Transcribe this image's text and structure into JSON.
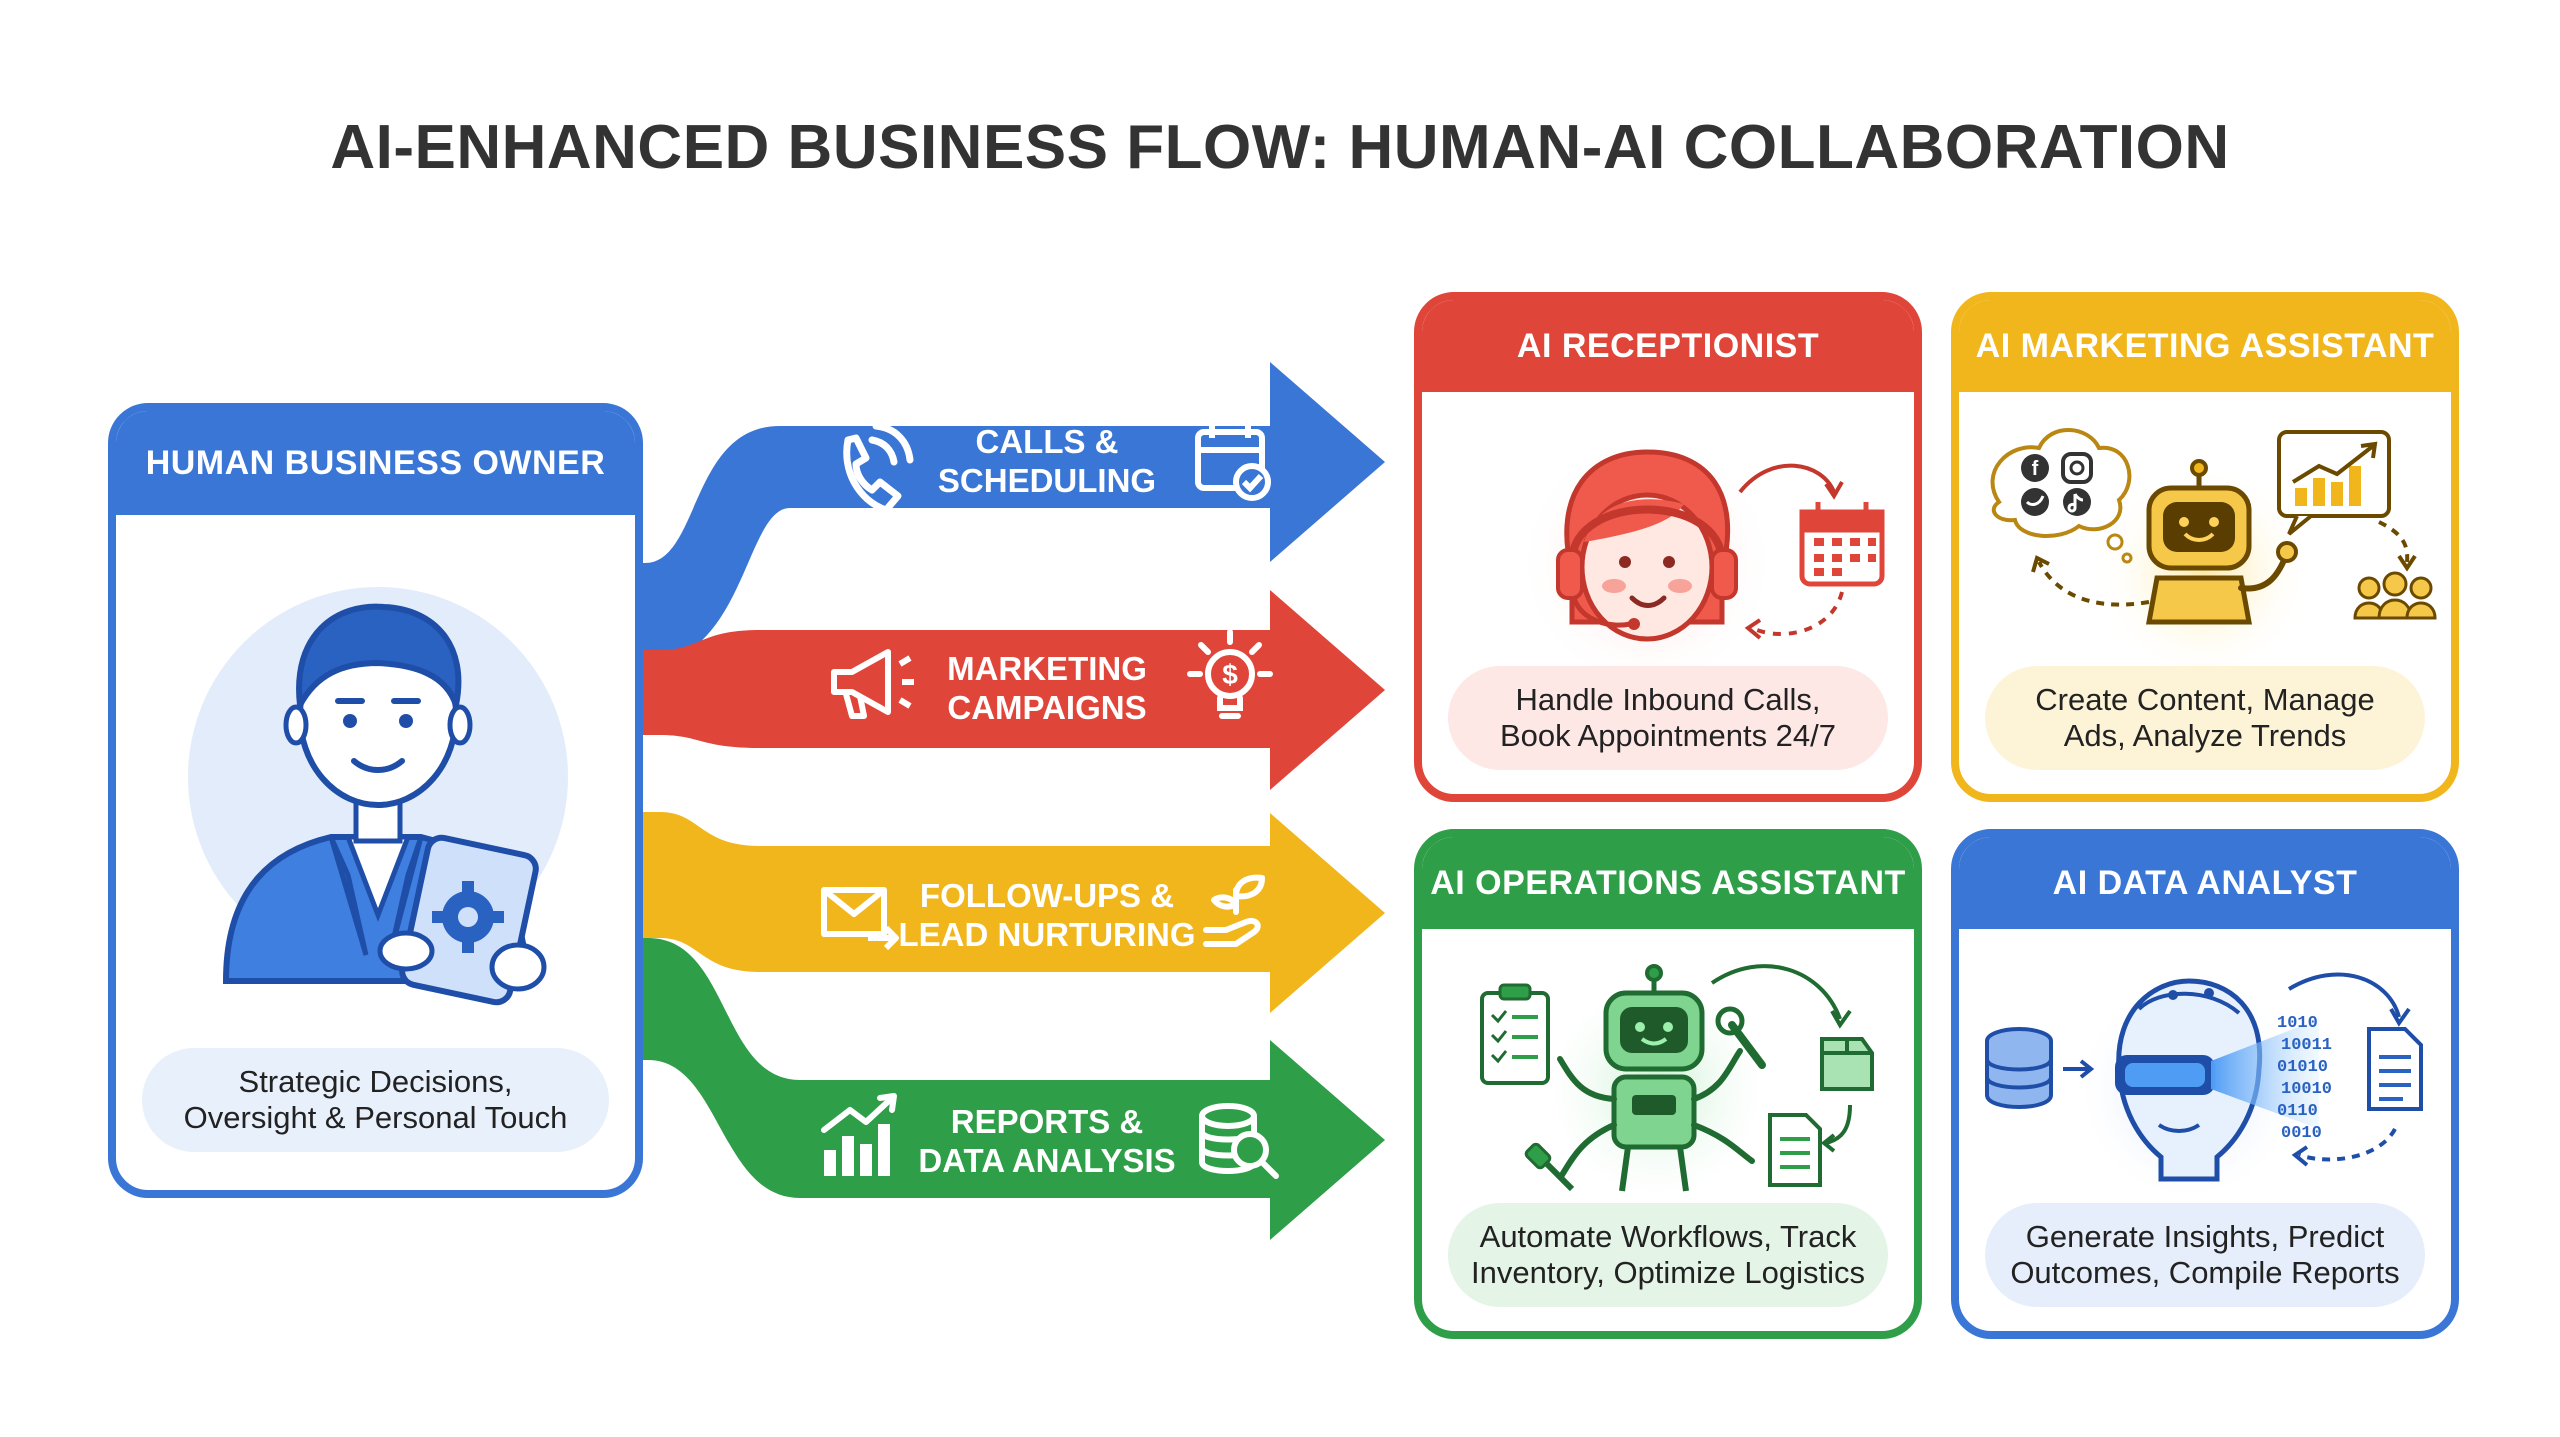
{
  "title": "AI-ENHANCED BUSINESS FLOW: HUMAN-AI COLLABORATION",
  "human": {
    "header": "HUMAN BUSINESS OWNER",
    "description": "Strategic Decisions,\nOversight & Personal Touch"
  },
  "flows": [
    {
      "label": "CALLS &\nSCHEDULING",
      "color": "#3a76d6"
    },
    {
      "label": "MARKETING\nCAMPAIGNS",
      "color": "#e0453a"
    },
    {
      "label": "FOLLOW-UPS &\nLEAD NURTURING",
      "color": "#f1b61c"
    },
    {
      "label": "REPORTS &\nDATA ANALYSIS",
      "color": "#2f9e48"
    }
  ],
  "assistants": {
    "receptionist": {
      "header": "AI RECEPTIONIST",
      "description": "Handle Inbound Calls,\nBook Appointments 24/7"
    },
    "marketing": {
      "header": "AI MARKETING ASSISTANT",
      "description": "Create Content, Manage\nAds, Analyze Trends"
    },
    "operations": {
      "header": "AI OPERATIONS ASSISTANT",
      "description": "Automate Workflows, Track\nInventory, Optimize Logistics"
    },
    "data": {
      "header": "AI DATA ANALYST",
      "description": "Generate Insights, Predict\nOutcomes, Compile Reports"
    }
  },
  "binary_text": [
    "1010",
    "10011",
    "01010",
    "10010",
    "0110",
    "0010"
  ]
}
